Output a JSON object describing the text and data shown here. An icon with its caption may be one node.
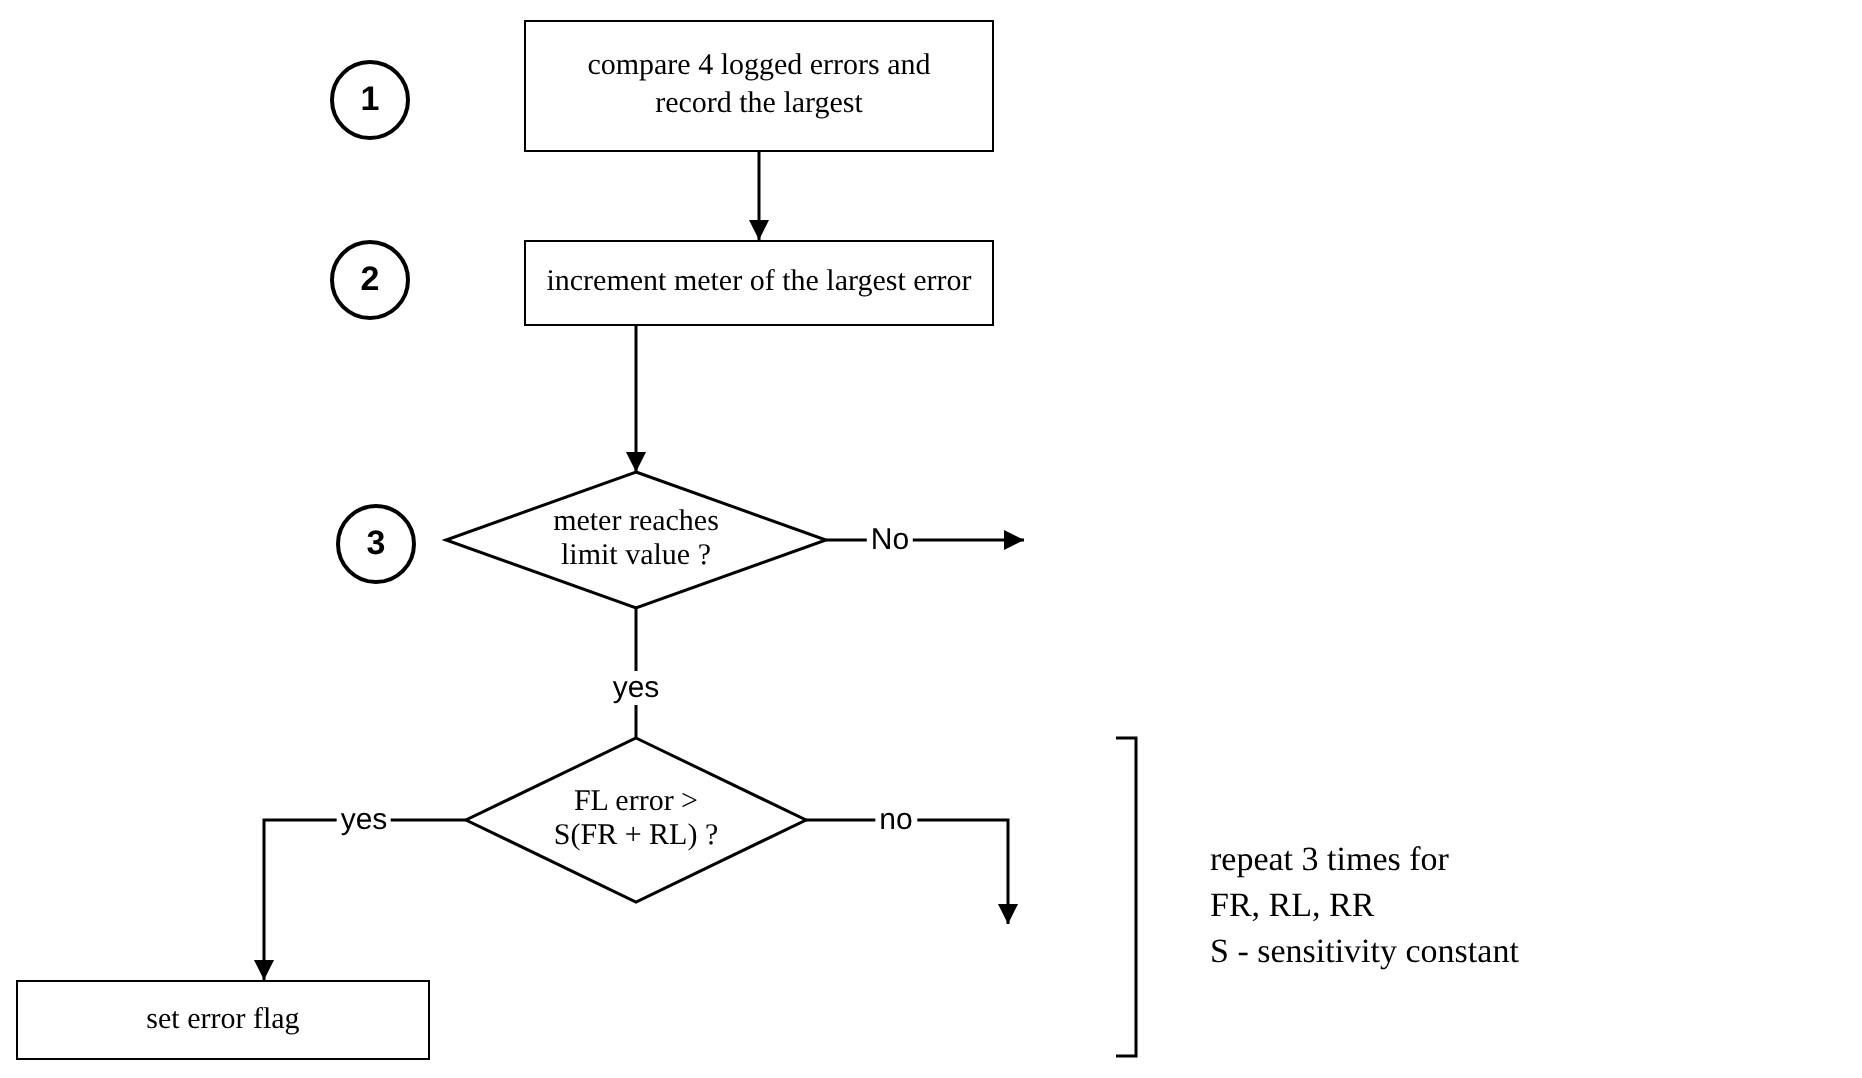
{
  "diagram": {
    "nodes": [
      {
        "text": [
          "1"
        ]
      },
      {
        "text": [
          "compare 4 logged errors and record the largest"
        ]
      },
      {
        "text": [
          "2"
        ]
      },
      {
        "text": [
          "increment meter of the largest error"
        ]
      },
      {
        "text": [
          "3"
        ]
      },
      {
        "text": [
          "meter reaches limit value ?"
        ]
      },
      {
        "text": [
          "FL error > S(FR + RL) ?"
        ]
      },
      {
        "text": [
          "set error flag"
        ]
      }
    ],
    "edges": [
      {
        "from": 1,
        "to": 3,
        "arrow": "to"
      },
      {
        "from": 3,
        "to": 5,
        "arrow": "to"
      },
      {
        "from": 5,
        "to": null,
        "arrow": "to",
        "label": "No"
      },
      {
        "from": 5,
        "to": 6,
        "arrow": "none",
        "label": "yes"
      },
      {
        "from": 6,
        "to": 7,
        "arrow": "to",
        "label": "yes"
      },
      {
        "from": 6,
        "to": null,
        "arrow": "to",
        "label": "no"
      }
    ],
    "labels": [
      "repeat 3 times for",
      "FR, RL, RR",
      "S - sensitivity constant"
    ]
  }
}
